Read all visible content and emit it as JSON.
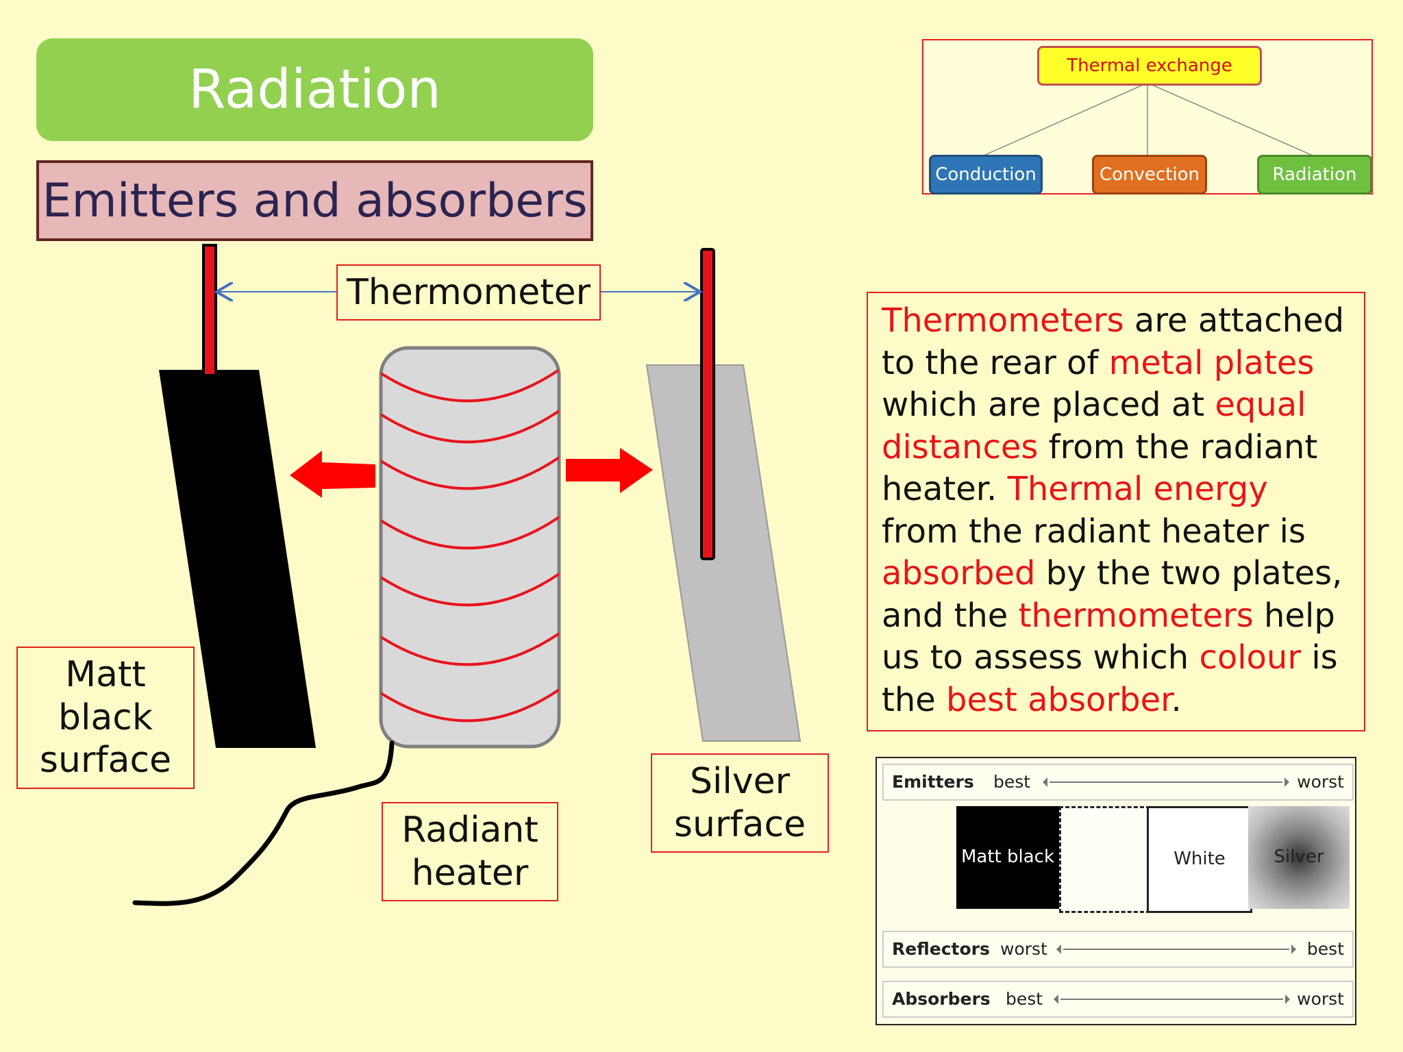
{
  "title": "Radiation",
  "subtitle": "Emitters and absorbers",
  "labels": {
    "thermometer": "Thermometer",
    "matt_black_surface": "Matt black surface",
    "radiant_heater": "Radiant heater",
    "silver_surface": "Silver surface"
  },
  "paragraph": [
    {
      "text": "Thermometers",
      "highlight": true
    },
    {
      "text": " are attached to the rear of ",
      "highlight": false
    },
    {
      "text": "metal plates",
      "highlight": true
    },
    {
      "text": " which are placed at ",
      "highlight": false
    },
    {
      "text": "equal distances",
      "highlight": true
    },
    {
      "text": " from the radiant heater. ",
      "highlight": false
    },
    {
      "text": "Thermal energy",
      "highlight": true
    },
    {
      "text": " from the radiant heater is ",
      "highlight": false
    },
    {
      "text": "absorbed",
      "highlight": true
    },
    {
      "text": " by the two plates, and the ",
      "highlight": false
    },
    {
      "text": "thermometers",
      "highlight": true
    },
    {
      "text": " help us to assess which ",
      "highlight": false
    },
    {
      "text": "colour",
      "highlight": true
    },
    {
      "text": " is the ",
      "highlight": false
    },
    {
      "text": "best absorber",
      "highlight": true
    },
    {
      "text": ".",
      "highlight": false
    }
  ],
  "hierarchy": {
    "root": "Thermal exchange",
    "children": [
      "Conduction",
      "Convection",
      "Radiation"
    ]
  },
  "reference_table": {
    "emitters": {
      "name": "Emitters",
      "low": "best",
      "high": "worst"
    },
    "swatches": [
      "Matt black",
      "",
      "White",
      "Silver"
    ],
    "reflectors": {
      "name": "Reflectors",
      "low": "worst",
      "high": "best"
    },
    "absorbers": {
      "name": "Absorbers",
      "low": "best",
      "high": "worst"
    }
  },
  "colors": {
    "background": "#fdfcc8",
    "title_green": "#92d050",
    "subtitle_pink": "#e6b8b7",
    "highlight_red": "#e8141c",
    "thermometer_red": "#e8141c",
    "heater_grey": "#d9d9d9",
    "silver_plate": "#c0c0c0"
  }
}
